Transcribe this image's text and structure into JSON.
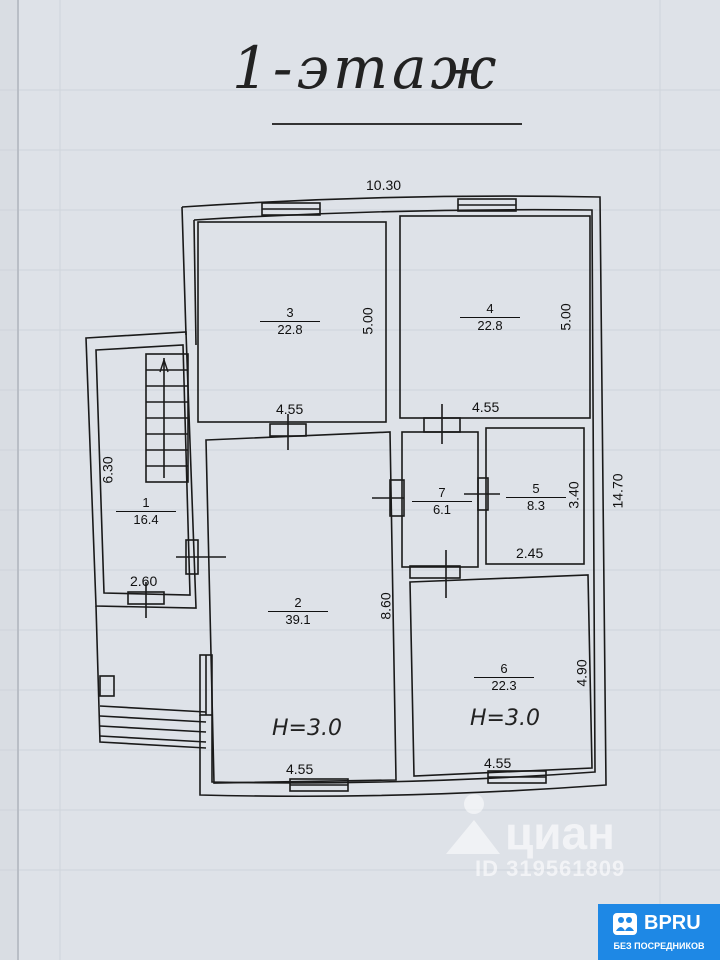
{
  "title": "1-этаж",
  "dimensions": {
    "top_width": "10.30",
    "right_height": "14.70",
    "room3_height": "5.00",
    "room4_height": "5.00",
    "mid_left_width": "4.55",
    "mid_right_width": "4.55",
    "room1_height": "6.30",
    "room1_width": "2.60",
    "room2_height": "8.60",
    "room5_height": "3.40",
    "room5_width": "2.45",
    "room6_height": "4.90",
    "bottom_left_width": "4.55",
    "bottom_right_width": "4.55"
  },
  "rooms": [
    {
      "id": "1",
      "area": "16.4"
    },
    {
      "id": "2",
      "area": "39.1"
    },
    {
      "id": "3",
      "area": "22.8"
    },
    {
      "id": "4",
      "area": "22.8"
    },
    {
      "id": "5",
      "area": "8.3"
    },
    {
      "id": "6",
      "area": "22.3"
    },
    {
      "id": "7",
      "area": "6.1"
    }
  ],
  "ceiling_heights": [
    "H=3.0",
    "H=3.0"
  ],
  "watermark": {
    "brand": "циан",
    "id": "ID 319561809"
  },
  "badge": {
    "logo": "BPRU",
    "subtitle": "БЕЗ ПОСРЕДНИКОВ",
    "color": "#1e88e5"
  }
}
